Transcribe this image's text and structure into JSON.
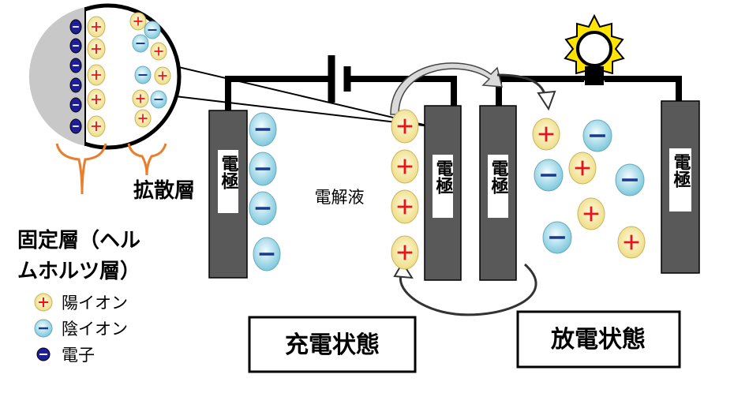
{
  "electrode_label": "電極",
  "electrolyte_label": "電解液",
  "diffusion_layer_label": "拡散層",
  "fixed_layer_label": [
    "固定層（ヘル",
    "ムホルツ層）"
  ],
  "legend": {
    "cation": "陽イオン",
    "anion": "陰イオン",
    "electron": "電子"
  },
  "state_charged": "充電状態",
  "state_discharged": "放電状態",
  "colors": {
    "electrode": "#595959",
    "cation_fill": "#f3e9a4",
    "anion_fill": "#a9dbe8",
    "plus_sign": "#e8141a",
    "minus_sign": "#1a3a8a",
    "electron_fill": "#1e1e9a",
    "bulb": "#ffe500"
  },
  "icons": [
    "battery-symbol-icon",
    "light-bulb-icon",
    "charge-arrow-icon",
    "discharge-arrow-icon",
    "magnifier-circle-icon"
  ]
}
